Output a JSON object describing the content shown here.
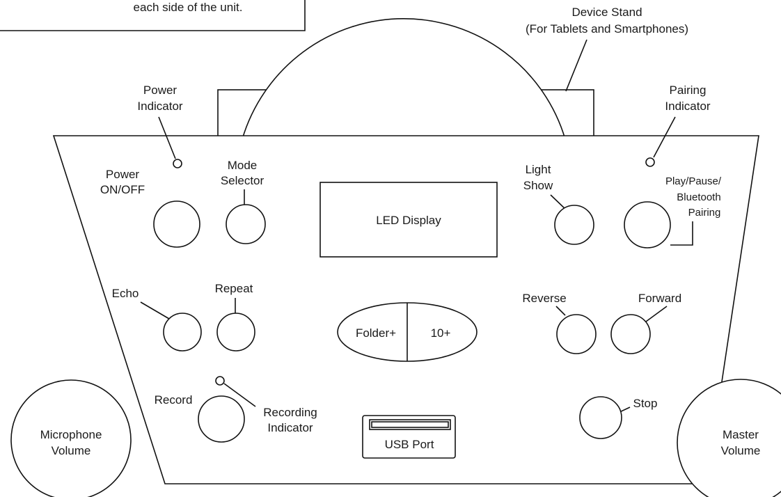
{
  "note": {
    "text": "each side of the unit."
  },
  "device_stand": {
    "line1": "Device Stand",
    "line2": "(For Tablets and Smartphones)"
  },
  "power_indicator": {
    "line1": "Power",
    "line2": "Indicator"
  },
  "pairing_indicator": {
    "line1": "Pairing",
    "line2": "Indicator"
  },
  "power_button": {
    "line1": "Power",
    "line2": "ON/OFF"
  },
  "mode_selector": {
    "line1": "Mode",
    "line2": "Selector"
  },
  "led_display": {
    "label": "LED Display"
  },
  "light_show": {
    "line1": "Light",
    "line2": "Show"
  },
  "play_pause": {
    "line1": "Play/Pause/",
    "line2": "Bluetooth",
    "line3": "Pairing"
  },
  "echo": {
    "label": "Echo"
  },
  "repeat": {
    "label": "Repeat"
  },
  "folder": {
    "label": "Folder+"
  },
  "ten_plus": {
    "label": "10+"
  },
  "reverse": {
    "label": "Reverse"
  },
  "forward": {
    "label": "Forward"
  },
  "record": {
    "label": "Record"
  },
  "recording_indicator": {
    "line1": "Recording",
    "line2": "Indicator"
  },
  "usb_port": {
    "label": "USB Port"
  },
  "stop": {
    "label": "Stop"
  },
  "microphone_volume": {
    "line1": "Microphone",
    "line2": "Volume"
  },
  "master_volume": {
    "line1": "Master",
    "line2": "Volume"
  }
}
